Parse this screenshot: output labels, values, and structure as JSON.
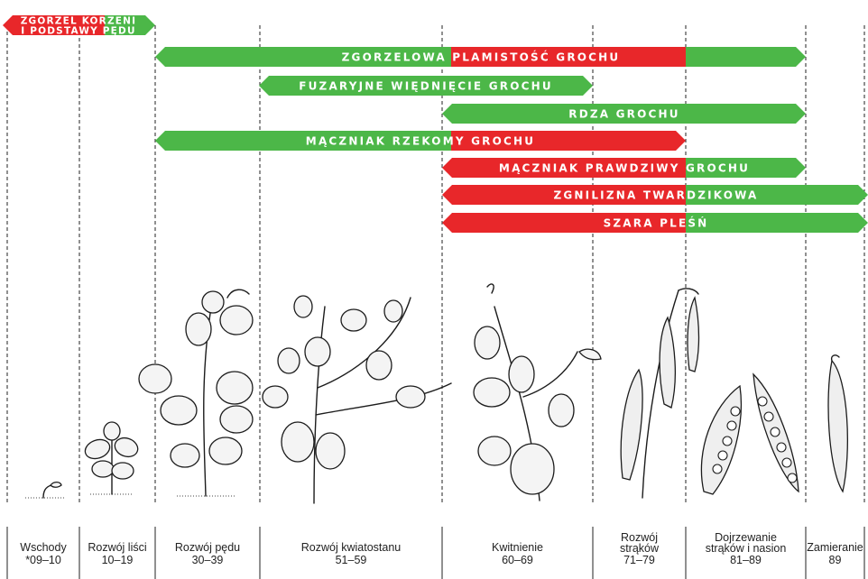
{
  "colors": {
    "green": "#4cb748",
    "red": "#e8272a",
    "divider": "#222222"
  },
  "diseases": [
    {
      "id": "root-rot",
      "label_lines": [
        "ZGORZEL KORZENI",
        "I PODSTAWY PĘDU"
      ]
    },
    {
      "id": "ascochyta",
      "label_lines": [
        "ZGORZELOWA PLAMISTOŚĆ GROCHU"
      ]
    },
    {
      "id": "fusarium",
      "label_lines": [
        "FUZARYJNE WIĘDNIĘCIE GROCHU"
      ]
    },
    {
      "id": "rust",
      "label_lines": [
        "RDZA GROCHU"
      ]
    },
    {
      "id": "downy",
      "label_lines": [
        "MĄCZNIAK RZEKOMY GROCHU"
      ]
    },
    {
      "id": "powdery",
      "label_lines": [
        "MĄCZNIAK PRAWDZIWY GROCHU"
      ]
    },
    {
      "id": "sclerotinia",
      "label_lines": [
        "ZGNILIZNA TWARDZIKOWA"
      ]
    },
    {
      "id": "grey-mould",
      "label_lines": [
        "SZARA PLEŚŃ"
      ]
    }
  ],
  "stages": [
    {
      "name_lines": [
        "Wschody"
      ],
      "code": "*09–10"
    },
    {
      "name_lines": [
        "Rozwój liści"
      ],
      "code": "10–19"
    },
    {
      "name_lines": [
        "Rozwój pędu"
      ],
      "code": "30–39"
    },
    {
      "name_lines": [
        "Rozwój kwiatostanu"
      ],
      "code": "51–59"
    },
    {
      "name_lines": [
        "Kwitnienie"
      ],
      "code": "60–69"
    },
    {
      "name_lines": [
        "Rozwój",
        "strąków"
      ],
      "code": "71–79"
    },
    {
      "name_lines": [
        "Dojrzewanie",
        "strąków i nasion"
      ],
      "code": "81–89"
    },
    {
      "name_lines": [
        "Zamieranie"
      ],
      "code": "89"
    }
  ]
}
